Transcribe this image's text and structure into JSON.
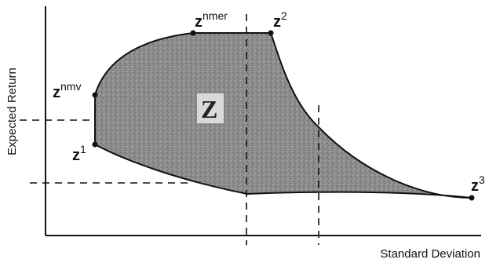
{
  "axes": {
    "x_label": "Standard Deviation",
    "y_label": "Expected Return"
  },
  "region": {
    "label": "Z",
    "fill_color": "#8c8c8c",
    "stroke_color": "#111111"
  },
  "points": [
    {
      "id": "nmer",
      "base": "z",
      "sup": "nmer"
    },
    {
      "id": "z2",
      "base": "z",
      "sup": "2"
    },
    {
      "id": "nmv",
      "base": "z",
      "sup": "nmv"
    },
    {
      "id": "z1",
      "base": "z",
      "sup": "1"
    },
    {
      "id": "z3",
      "base": "z",
      "sup": "3"
    }
  ]
}
